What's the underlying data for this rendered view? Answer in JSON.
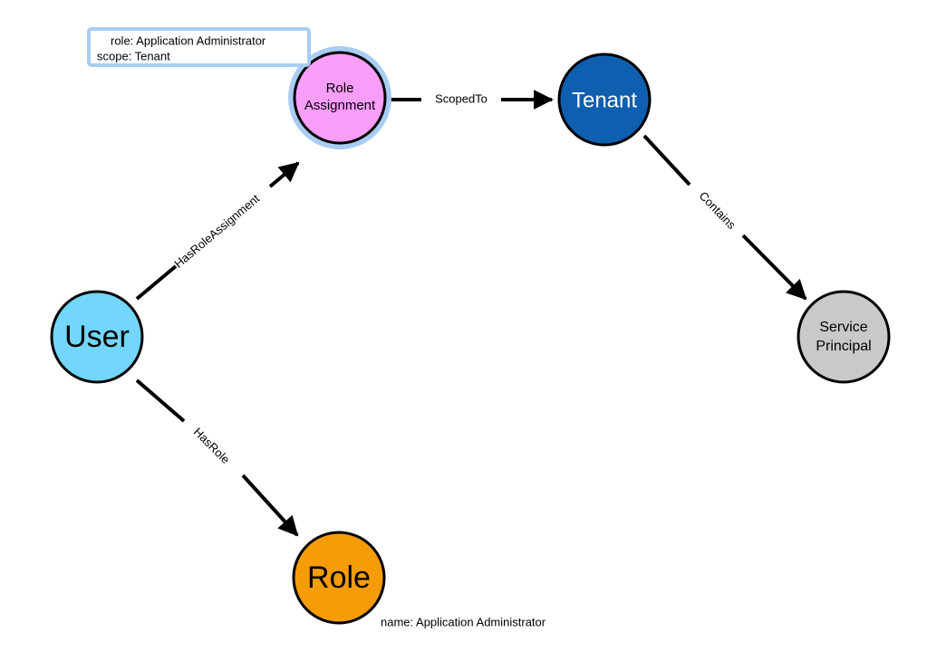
{
  "nodes": {
    "user": {
      "label": "User",
      "fill": "#73d6fd"
    },
    "role_assignment": {
      "label_line1": "Role",
      "label_line2": "Assignment",
      "fill": "#f79dfa",
      "highlight": "#a9cdf2"
    },
    "tenant": {
      "label": "Tenant",
      "fill": "#0e5fb0"
    },
    "service_principal": {
      "label_line1": "Service",
      "label_line2": "Principal",
      "fill": "#c9c9c9"
    },
    "role": {
      "label": "Role",
      "fill": "#f59c06"
    }
  },
  "edges": {
    "has_role_assignment": "HasRoleAssignment",
    "scoped_to": "ScopedTo",
    "contains": "Contains",
    "has_role": "HasRole"
  },
  "annotations": {
    "role_assignment_props": {
      "line1": "role: Application Administrator",
      "line2": "scope: Tenant"
    },
    "role_props": "name: Application Administrator"
  },
  "colors": {
    "edge": "#000000",
    "node_stroke": "#000000",
    "annotation_border": "#a9cdf2"
  }
}
